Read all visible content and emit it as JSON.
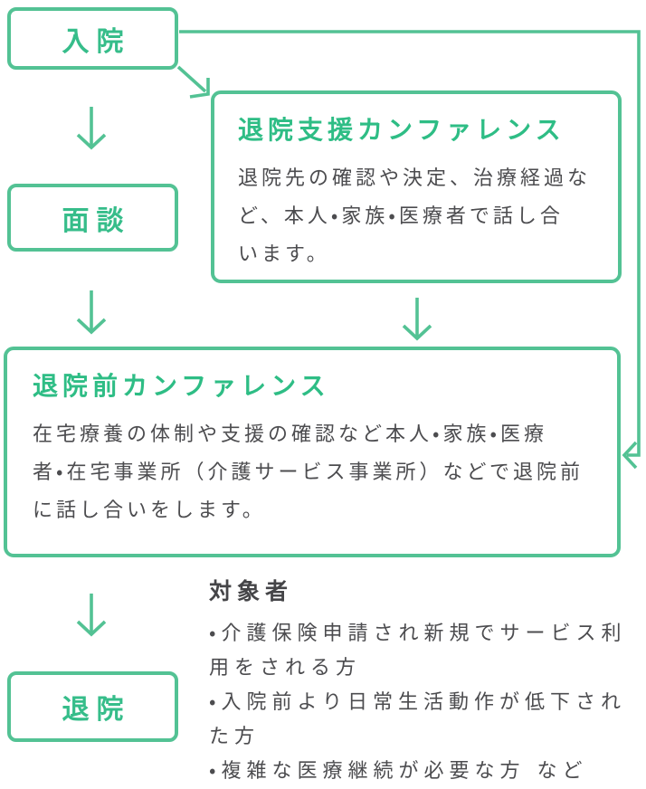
{
  "palette": {
    "connector_green": "#53c294",
    "step_label_green": "#36bd8a",
    "title_green": "#2ebd85",
    "body_text_gray": "#4c4c4f",
    "heading_gray": "#454548",
    "background": "#ffffff"
  },
  "flow": {
    "admission": {
      "label": "入院"
    },
    "interview": {
      "label": "面談"
    },
    "discharge": {
      "label": "退院"
    },
    "support_conference": {
      "title": "退院支援カンファレンス",
      "body": "退院先の確認や決定、治療経過な\nど、本人・家族・医療者で話し合\nいます。"
    },
    "pre_discharge_conference": {
      "title": "退院前カンファレンス",
      "body": "在宅療養の体制や支援の確認など本人・家族・医療\n者・在宅事業所（介護サービス事業所）などで退院前\nに話し合いをします。"
    },
    "target": {
      "heading": "対象者",
      "items": [
        "・介護保険申請され新規でサービス利\n用をされる方",
        "・入院前より日常生活動作が低下され\nた方",
        "・複雑な医療継続が必要な方 など"
      ]
    }
  }
}
